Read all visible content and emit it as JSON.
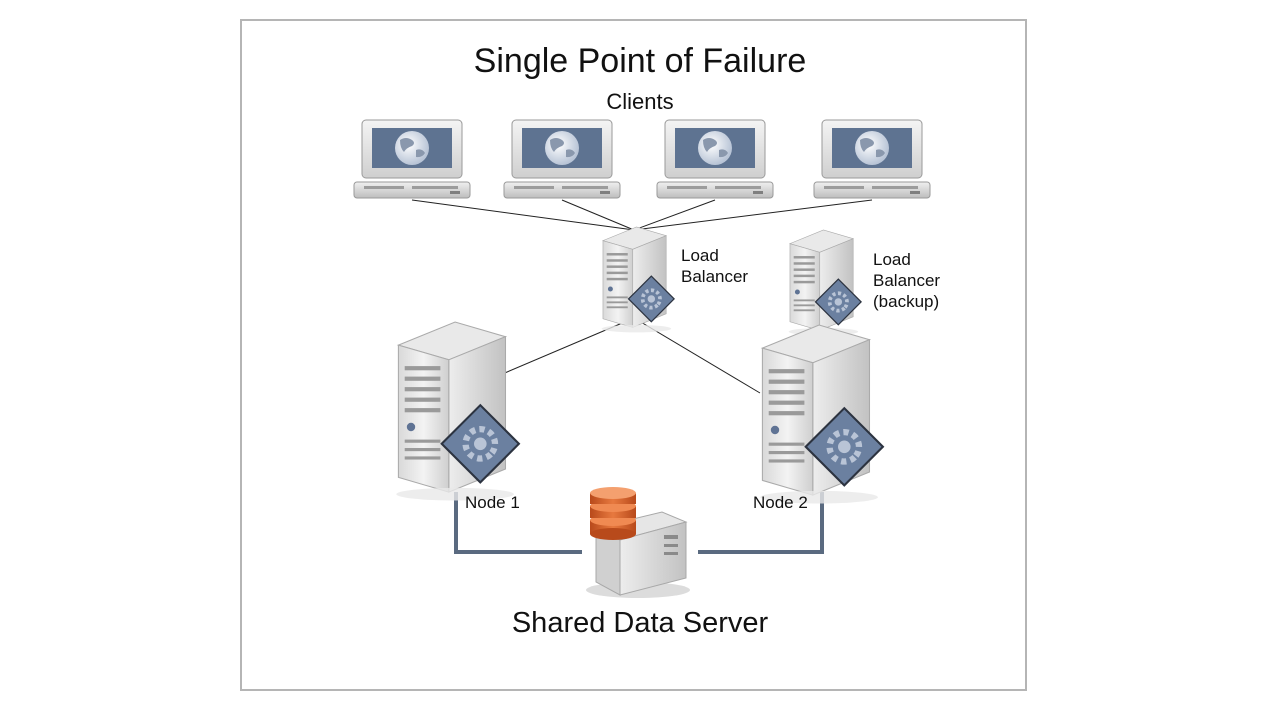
{
  "title": "Single Point of Failure",
  "clients": {
    "label": "Clients",
    "count": 4
  },
  "load_balancer": {
    "line1": "Load",
    "line2": "Balancer"
  },
  "load_balancer_backup": {
    "line1": "Load",
    "line2": "Balancer",
    "line3": "(backup)"
  },
  "nodes": [
    {
      "label": "Node 1"
    },
    {
      "label": "Node 2"
    }
  ],
  "shared_server": {
    "label": "Shared Data Server"
  },
  "colors": {
    "screen": "#5e7391",
    "server_body": "#e4e4e4",
    "gear_badge": "#6b80a0",
    "database": "#d4622a",
    "connector": "#5a6a80",
    "frame": "#b5b5b5"
  }
}
